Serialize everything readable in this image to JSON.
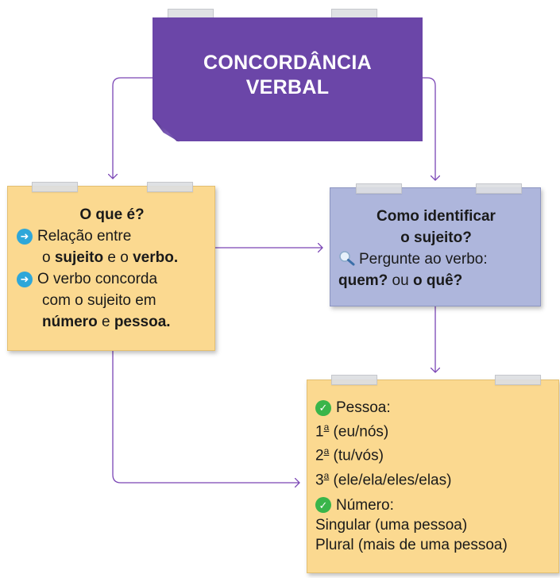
{
  "title": {
    "line1": "CONCORDÂNCIA",
    "line2": "VERBAL"
  },
  "what_card": {
    "heading": "O que é?",
    "item1_part1": "Relação entre",
    "item1_part2a": "o ",
    "item1_subject": "sujeito",
    "item1_part2b": " e o ",
    "item1_verb": "verbo.",
    "item2_line1": "O verbo concorda",
    "item2_line2": "com o sujeito em",
    "item2_number": "número",
    "item2_and": " e ",
    "item2_person": "pessoa."
  },
  "how_card": {
    "heading_line1": "Como identificar",
    "heading_line2": "o sujeito?",
    "tip": "Pergunte ao verbo:",
    "q1": "quem?",
    "or": " ou ",
    "q2": "o quê?"
  },
  "person_card": {
    "person_label": "Pessoa:",
    "first_num": "1",
    "first_sup": "a",
    "first_text": " (eu/nós)",
    "second_num": "2",
    "second_sup": "a",
    "second_text": " (tu/vós)",
    "third_num": "3",
    "third_sup": "a",
    "third_text": " (ele/ela/eles/elas)",
    "number_label": "Número:",
    "singular": "Singular (uma pessoa)",
    "plural": "Plural (mais de uma pessoa)"
  },
  "icons": {
    "bullet": "arrow-right-circle-icon",
    "tip": "magnifier-icon",
    "check": "check-circle-icon"
  },
  "colors": {
    "title_bg": "#6b46a8",
    "note_yellow": "#fbd990",
    "note_blue": "#aeb6dc",
    "connector": "#7a45b5",
    "bullet_blue": "#2ea7d9",
    "check_green": "#39b54a"
  }
}
